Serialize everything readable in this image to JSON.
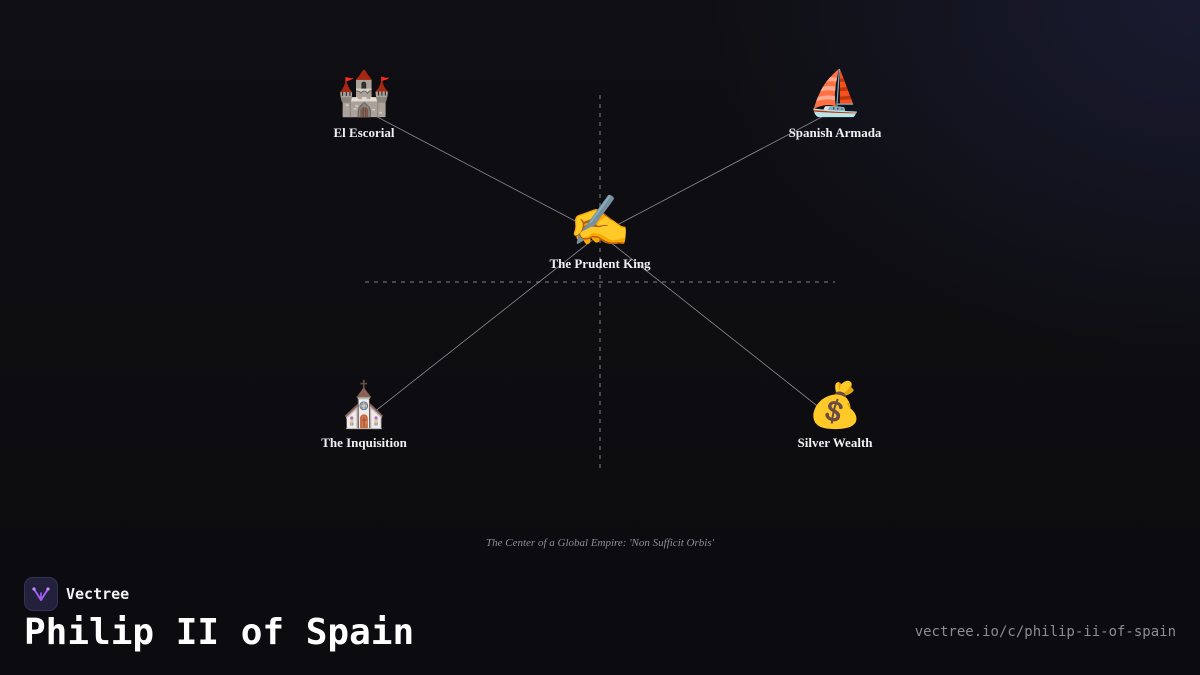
{
  "brand": {
    "name": "Vectree",
    "logo_icon": "vectree-logo-icon",
    "accent_color": "#a35cf0"
  },
  "title": "Philip II of Spain",
  "url": "vectree.io/c/philip-ii-of-spain",
  "diagram": {
    "caption": "The Center of a Global Empire: 'Non Sufficit Orbis'",
    "center": {
      "label": "The Prudent King",
      "icon": "writing-hand-icon",
      "glyph": "✍️"
    },
    "nodes": [
      {
        "id": "escorial",
        "label": "El Escorial",
        "icon": "castle-icon",
        "glyph": "🏰"
      },
      {
        "id": "armada",
        "label": "Spanish Armada",
        "icon": "sailboat-icon",
        "glyph": "⛵"
      },
      {
        "id": "inquisition",
        "label": "The Inquisition",
        "icon": "church-icon",
        "glyph": "⛪"
      },
      {
        "id": "silver",
        "label": "Silver Wealth",
        "icon": "money-bag-icon",
        "glyph": "💰"
      }
    ],
    "line_color": "#8a8a92",
    "axis_color": "#5a5a62"
  }
}
